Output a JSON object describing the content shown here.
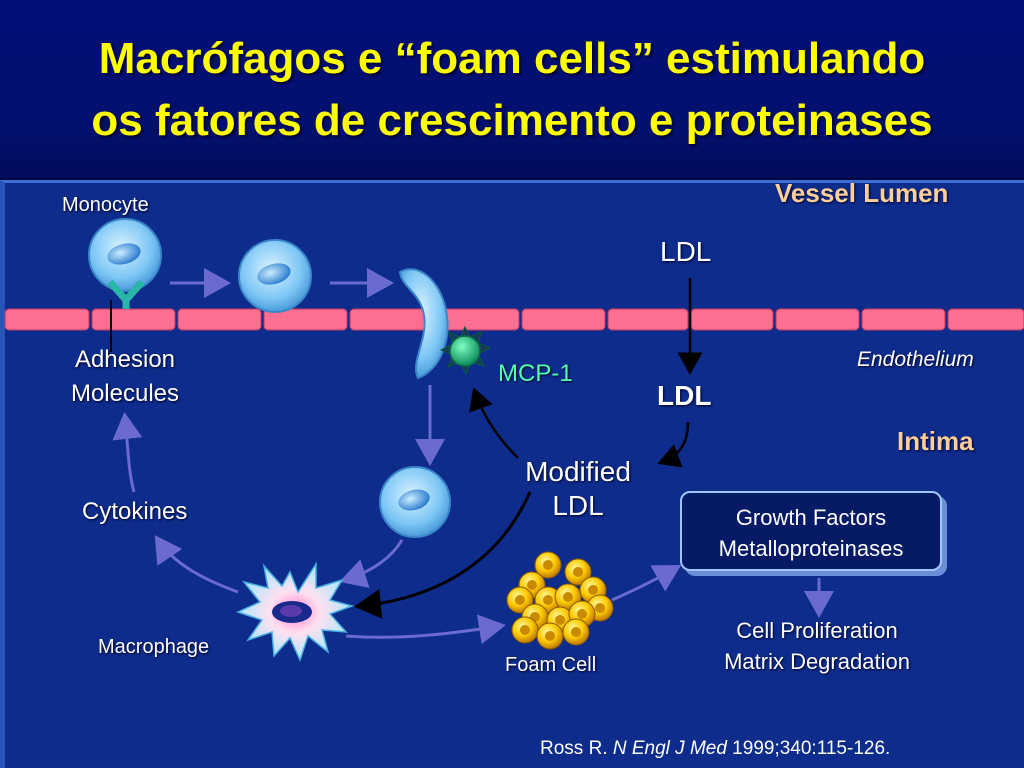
{
  "title": {
    "line1": "Macrófagos e “foam cells” estimulando",
    "line2": "os fatores de crescimento e proteinases"
  },
  "labels": {
    "vessel_lumen": "Vessel Lumen",
    "monocyte": "Monocyte",
    "ldl_lumen": "LDL",
    "adhesion_line1": "Adhesion",
    "adhesion_line2": "Molecules",
    "mcp1": "MCP-1",
    "endothelium": "Endothelium",
    "ldl_intima": "LDL",
    "intima": "Intima",
    "modified_ldl_line1": "Modified",
    "modified_ldl_line2": "LDL",
    "cytokines": "Cytokines",
    "growth_factors": "Growth Factors",
    "metalloproteinases": "Metalloproteinases",
    "macrophage": "Macrophage",
    "foam_cell": "Foam Cell",
    "cell_proliferation": "Cell Proliferation",
    "matrix_degradation": "Matrix Degradation"
  },
  "citation": {
    "author": "Ross R. ",
    "journal": "N Engl J Med",
    "ref": " 1999;340:115-126."
  },
  "colors": {
    "title": "#ffff00",
    "background": "#0d2c8c",
    "endothelium": "#ff6f92",
    "cell": "#8ed4ff",
    "mcp1": "#55ffaa",
    "foam_cell": "#ffcc00",
    "lumen_label": "#ffcf99"
  }
}
